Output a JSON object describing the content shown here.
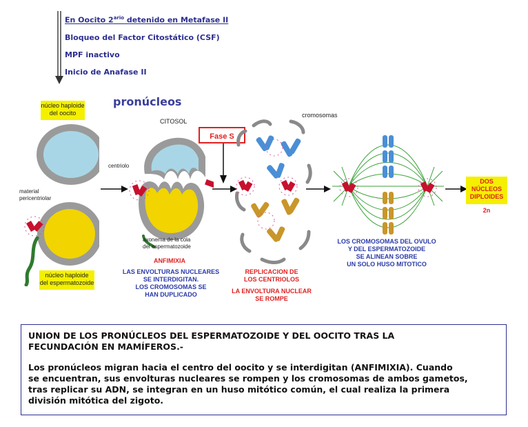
{
  "steps": {
    "s1_pre": "En Oocito 2",
    "s1_sup": "ario",
    "s1_post": " detenido en Metafase II",
    "s2": "Bloqueo del Factor Citostático (CSF)",
    "s3": "MPF inactivo",
    "s4": "Inicio de Anafase II"
  },
  "diagram": {
    "title": "pronúcleos",
    "citosol": "CITOSOL",
    "fase_s": "Fase S",
    "centriolo": "centriolo",
    "material_pericentriolar_1": "material",
    "material_pericentriolar_2": "pericentriolar",
    "axonema_1": "axonema de la cola",
    "axonema_2": "del espermatozoide",
    "cromosomas": "cromosomas",
    "nucleo_oocito_1": "núcleo haploide",
    "nucleo_oocito_2": "del oocito",
    "nucleo_esperm_1": "núcleo haploide",
    "nucleo_esperm_2": "del espermatozoide",
    "dos_nucleos_1": "DOS",
    "dos_nucleos_2": "NÚCLEOS",
    "dos_nucleos_3": "DIPLOIDES",
    "two_n": "2n",
    "anfimixia": "ANFIMIXIA",
    "envolturas_1": "LAS ENVOLTURAS NUCLEARES",
    "envolturas_2": "SE INTERDIGITAN.",
    "envolturas_3": "LOS CROMOSOMAS SE",
    "envolturas_4": "HAN DUPLICADO",
    "replicacion_1": "REPLICACION DE",
    "replicacion_2": "LOS CENTRIOLOS",
    "envoltura_rompe_1": "LA ENVOLTURA NUCLEAR",
    "envoltura_rompe_2": "SE ROMPE",
    "alinean_1": "LOS CROMOSOMAS DEL OVULO",
    "alinean_2": "Y DEL ESPERMATOZOIDE",
    "alinean_3": "SE ALINEAN SOBRE",
    "alinean_4": "UN SOLO HUSO MITOTICO"
  },
  "info": {
    "heading_1": "UNION DE LOS PRONÚCLEOS DEL ESPERMATOZOIDE Y DEL OOCITO TRAS LA",
    "heading_2": "FECUNDACIÓN EN MAMÍFEROS.-",
    "body_1": "Los pronúcleos migran hacia el centro del oocito y se interdigitan (ANFIMIXIA). Cuando",
    "body_2": "se encuentran, sus envolturas nucleares se rompen y los cromosomas de ambos gametos,",
    "body_3": "tras replicar su ADN, se integran en un huso mitótico común, el cual realiza la primera",
    "body_4": "división mitótica del zigoto."
  },
  "colors": {
    "title_blue": "#2b2f8f",
    "caption_red": "#e02020",
    "caption_blue": "#2a3aa8",
    "label_yellow": "#f4f000",
    "oocyte_nucleus": "#a9d6e6",
    "sperm_nucleus": "#f1d400",
    "envelope_gray": "#9a9a9a"
  }
}
